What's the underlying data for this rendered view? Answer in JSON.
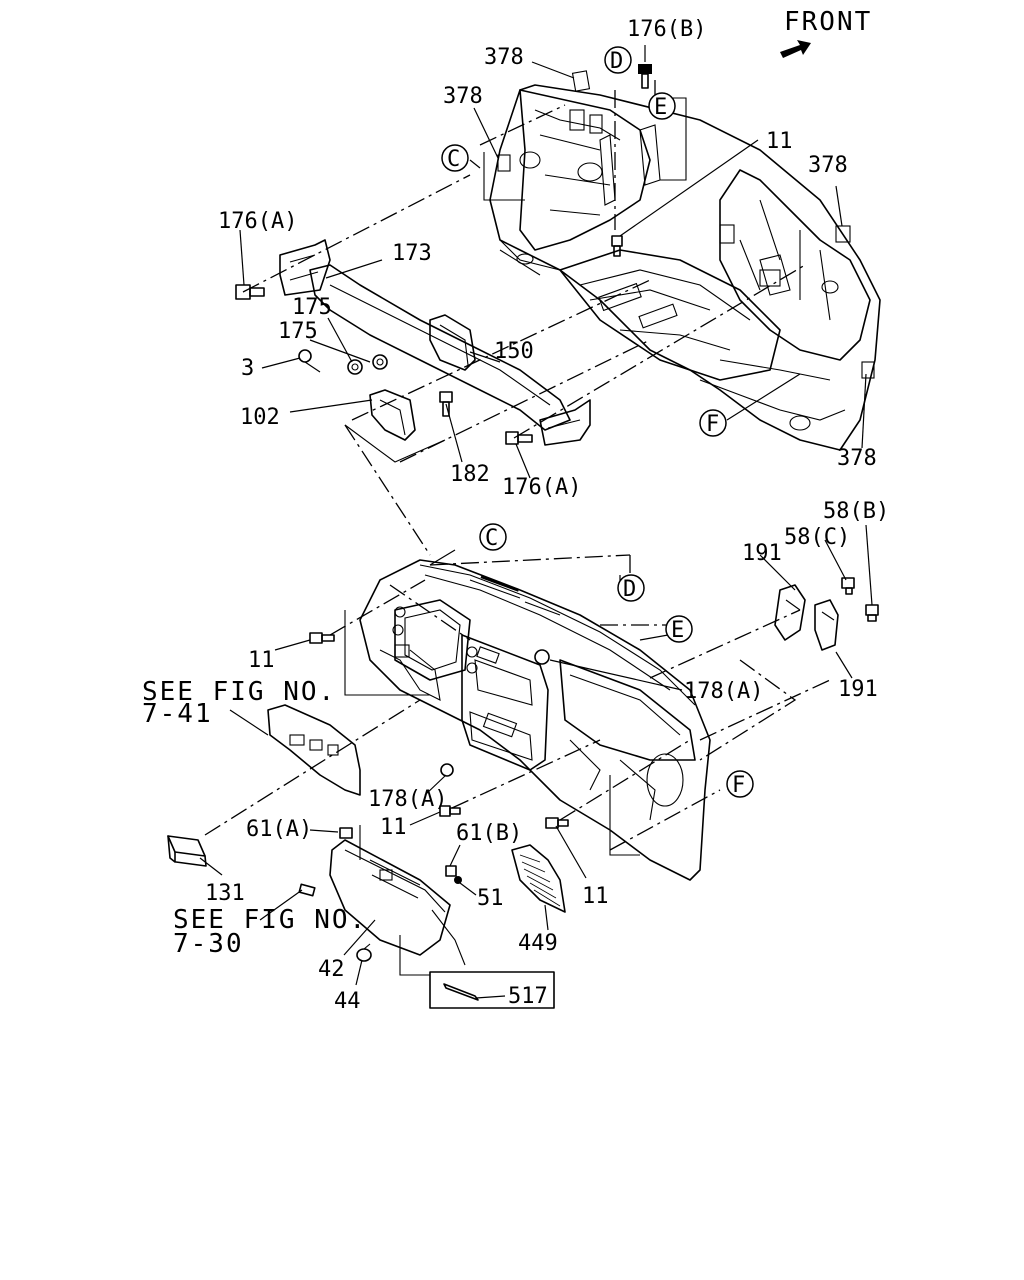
{
  "header": {
    "front_label": "FRONT",
    "front_arrow_icon": "front-arrow-icon"
  },
  "refs": {
    "C_upper": "C",
    "D_upper": "D",
    "E_upper": "E",
    "F_upper": "F",
    "C_lower": "C",
    "D_lower": "D",
    "E_lower": "E",
    "F_lower": "F"
  },
  "labels": {
    "p378_a": "378",
    "p378_b": "378",
    "p378_c": "378",
    "p378_d": "378",
    "p176b": "176(B)",
    "p11_top": "11",
    "p176a_left": "176(A)",
    "p173": "173",
    "p175_a": "175",
    "p175_b": "175",
    "p3": "3",
    "p150": "150",
    "p102": "102",
    "p182": "182",
    "p176a_bottom": "176(A)",
    "p58b": "58(B)",
    "p58c": "58(C)",
    "p191_a": "191",
    "p191_b": "191",
    "p11_left": "11",
    "p178a_right": "178(A)",
    "p178a_left": "178(A)",
    "p11_mid": "11",
    "p11_right": "11",
    "p61a": "61(A)",
    "p61b": "61(B)",
    "p51": "51",
    "p131": "131",
    "p42": "42",
    "p44": "44",
    "p449": "449",
    "p517": "517"
  },
  "notes": {
    "see_fig_1_line1": "SEE FIG NO.",
    "see_fig_1_line2": "7-41",
    "see_fig_2_line1": "SEE FIG NO.",
    "see_fig_2_line2": "7-30"
  }
}
